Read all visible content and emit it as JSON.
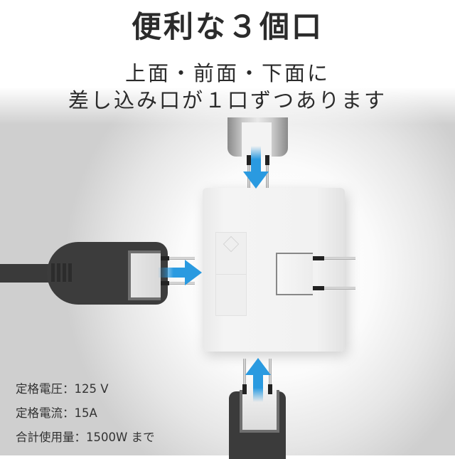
{
  "header": {
    "title": "便利な３個口",
    "subtitle_line1": "上面・前面・下面に",
    "subtitle_line2": "差し込み口が１口ずつあります"
  },
  "specs": [
    {
      "label": "定格電圧：",
      "value": "125 V"
    },
    {
      "label": "定格電流：",
      "value": "15A"
    },
    {
      "label": "合計使用量：",
      "value": "1500W まで"
    }
  ],
  "illustration": {
    "product": "3-outlet plug adapter",
    "outlets": [
      "top",
      "front",
      "bottom"
    ],
    "arrow_color": "#2a9ae0",
    "arrows": [
      "down-arrow-top",
      "right-arrow-left",
      "up-arrow-bottom"
    ]
  }
}
